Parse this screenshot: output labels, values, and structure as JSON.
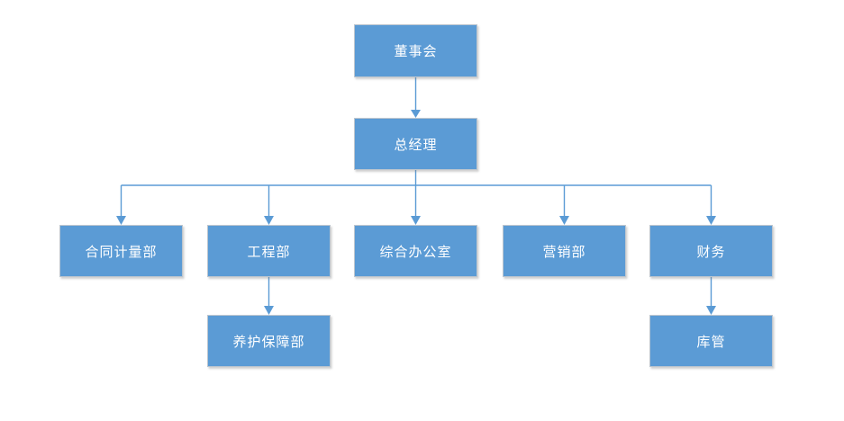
{
  "diagram": {
    "type": "org-chart",
    "nodes": [
      {
        "id": "board",
        "label": "董事会",
        "level": 1
      },
      {
        "id": "gm",
        "label": "总经理",
        "level": 2
      },
      {
        "id": "contract",
        "label": "合同计量部",
        "level": 3
      },
      {
        "id": "engineering",
        "label": "工程部",
        "level": 3
      },
      {
        "id": "office",
        "label": "综合办公室",
        "level": 3
      },
      {
        "id": "marketing",
        "label": "营销部",
        "level": 3
      },
      {
        "id": "finance",
        "label": "财务",
        "level": 3
      },
      {
        "id": "maintenance",
        "label": "养护保障部",
        "level": 4
      },
      {
        "id": "warehouse",
        "label": "库管",
        "level": 4
      }
    ],
    "edges": [
      {
        "from": "董事会",
        "to": "总经理"
      },
      {
        "from": "总经理",
        "to": "合同计量部"
      },
      {
        "from": "总经理",
        "to": "工程部"
      },
      {
        "from": "总经理",
        "to": "综合办公室"
      },
      {
        "from": "总经理",
        "to": "营销部"
      },
      {
        "from": "总经理",
        "to": "财务"
      },
      {
        "from": "工程部",
        "to": "养护保障部"
      },
      {
        "from": "财务",
        "to": "库管"
      }
    ],
    "colors": {
      "node_fill": "#5B9BD5",
      "node_border": "#BDC6CF",
      "node_text": "#FFFFFF",
      "connector": "#5B9BD5",
      "background": "#FFFFFF"
    }
  }
}
